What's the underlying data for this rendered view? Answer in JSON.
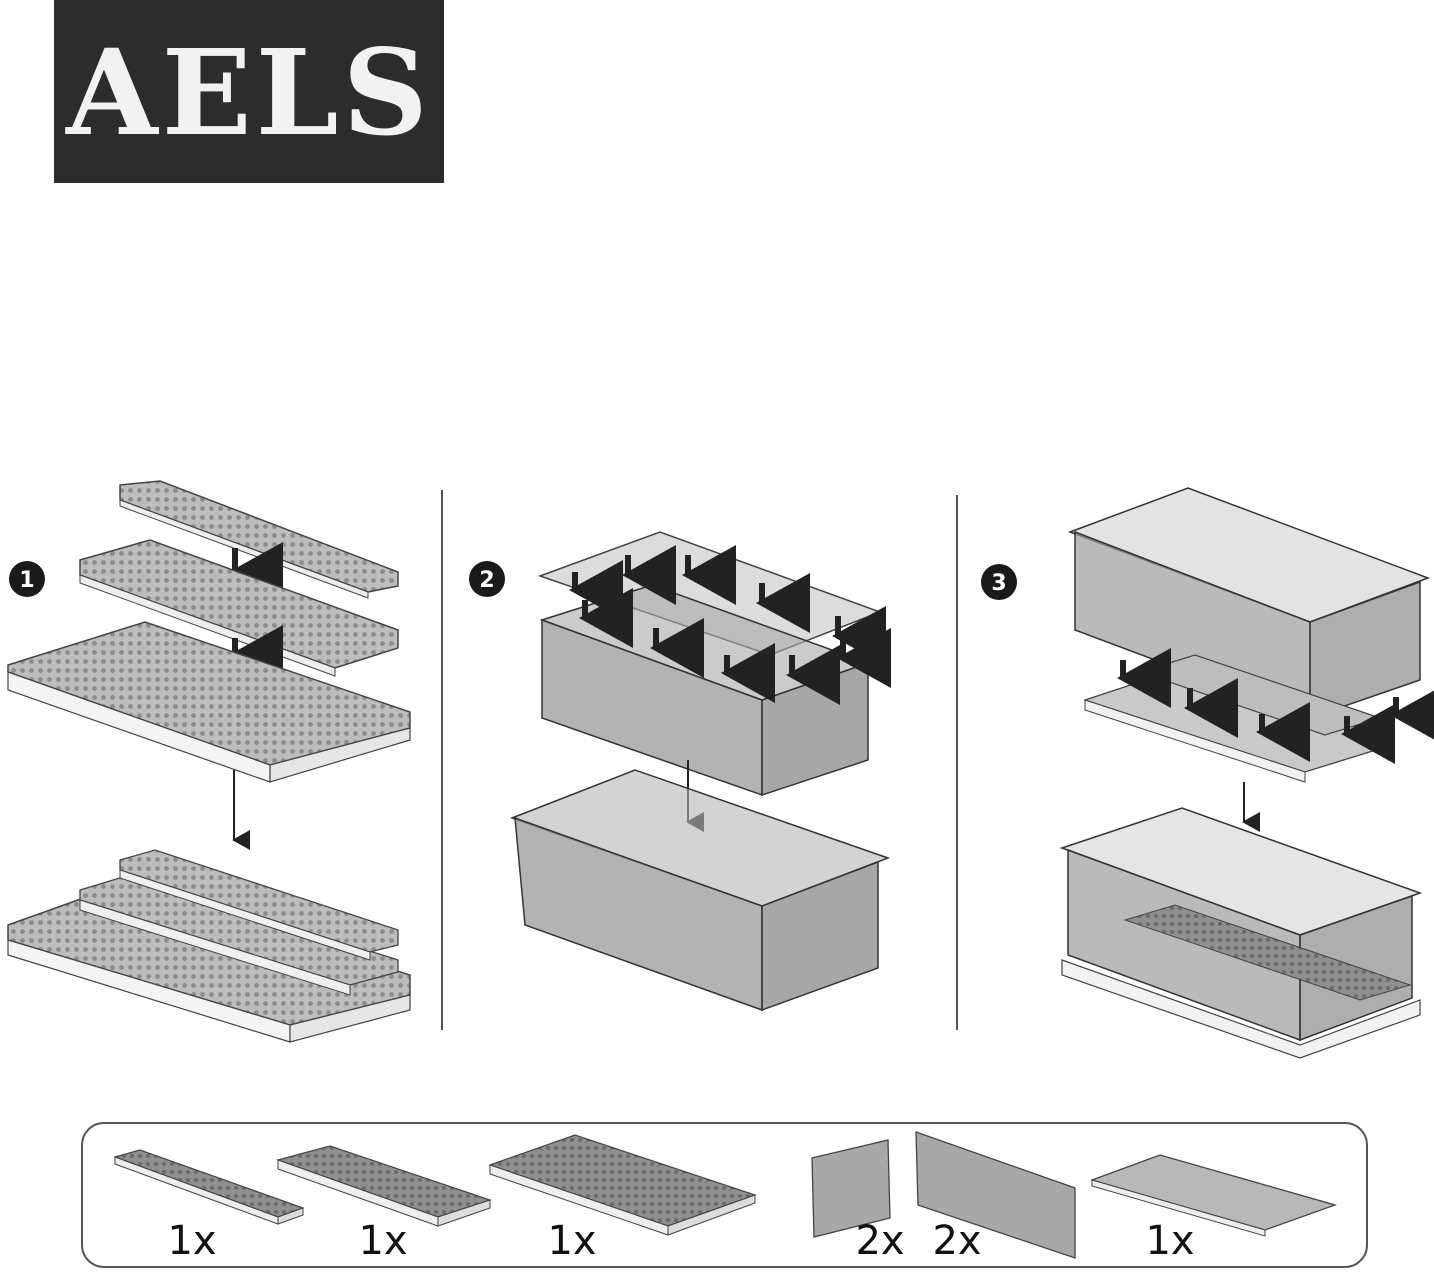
{
  "brand": {
    "logo_text": "AELS"
  },
  "steps": [
    {
      "number": "1"
    },
    {
      "number": "2"
    },
    {
      "number": "3"
    }
  ],
  "parts": [
    {
      "quantity": "1x",
      "icon": "narrow-baseplate-icon"
    },
    {
      "quantity": "1x",
      "icon": "medium-baseplate-icon"
    },
    {
      "quantity": "1x",
      "icon": "large-baseplate-icon"
    },
    {
      "quantity": "2x",
      "icon": "short-side-panel-icon"
    },
    {
      "quantity": "2x",
      "icon": "long-side-panel-icon"
    },
    {
      "quantity": "1x",
      "icon": "top-panel-icon"
    }
  ],
  "colors": {
    "logo_bg": "#2c2c2c",
    "panel_fill": "#9a9a9a",
    "plate_fill": "#b8b8b8",
    "line": "#333333"
  }
}
